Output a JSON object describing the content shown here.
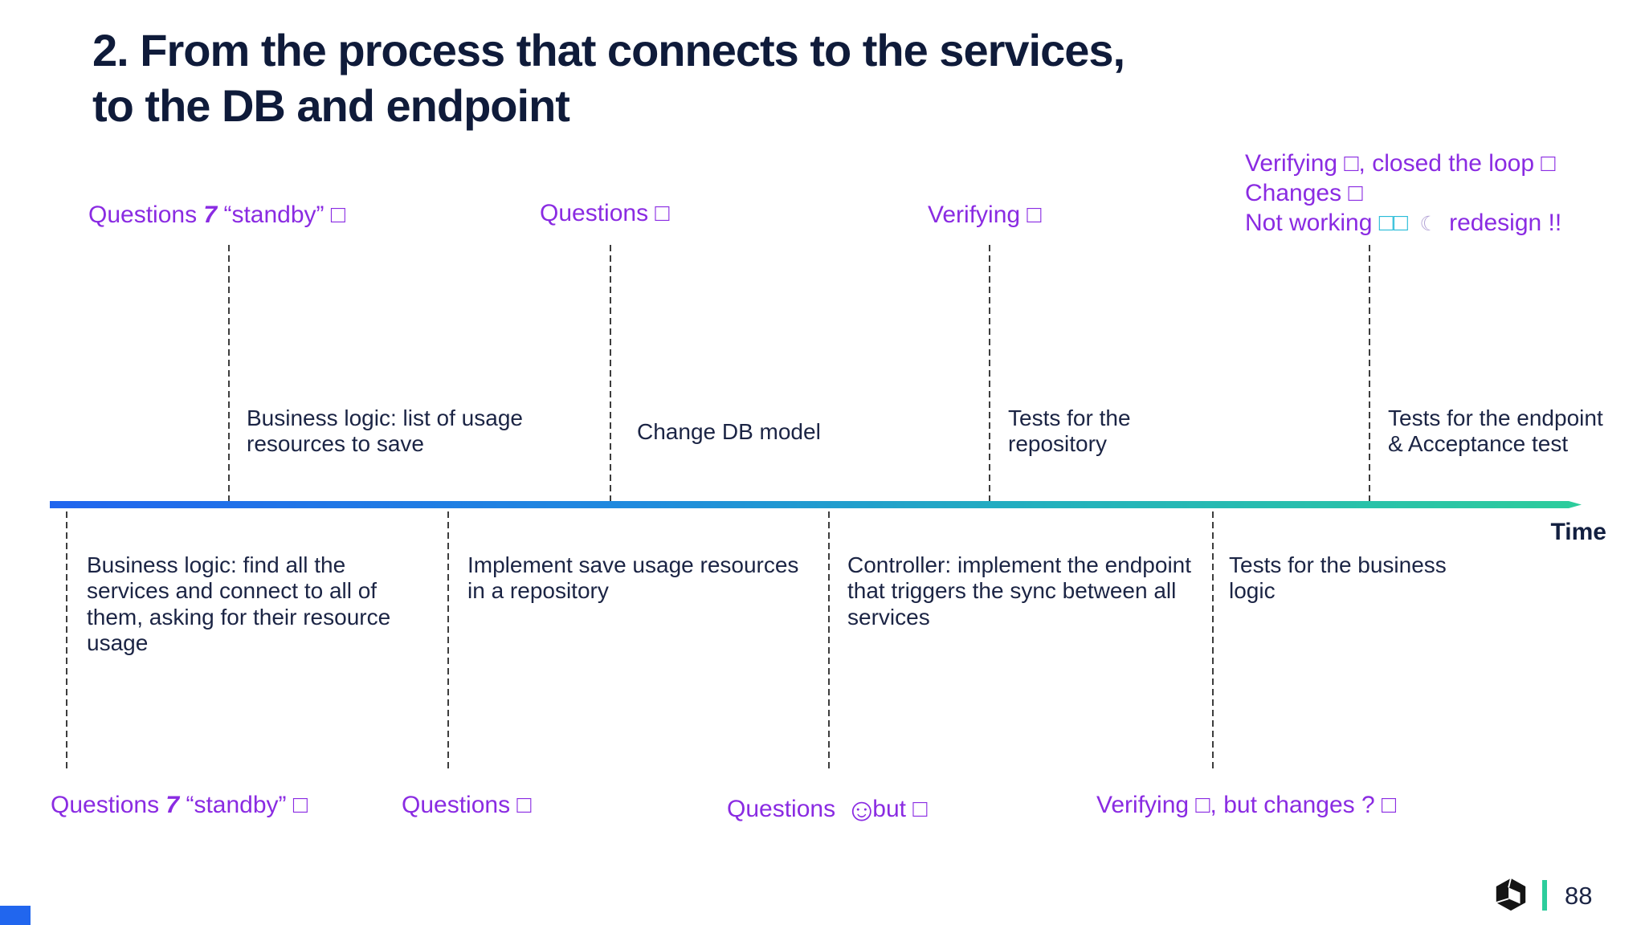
{
  "title": {
    "line1": "2. From the process that connects to the services,",
    "line2": "to the DB and endpoint"
  },
  "colors": {
    "accent_purple": "#8a2be2",
    "navy_text": "#1b2444",
    "timeline_blue": "#2065ee",
    "timeline_green": "#2dcd9c",
    "cyan_box": "#29bcd8"
  },
  "top_labels": {
    "label1": {
      "a": "Questions",
      "seven": "7",
      "b": "“standby”",
      "box": "□"
    },
    "label2": {
      "a": "Questions",
      "box": "□"
    },
    "label3": {
      "a": "Verifying",
      "box": "□"
    }
  },
  "top_right": {
    "line1_a": "Verifying",
    "line1_box1": "□",
    "line1_b": ", closed the loop",
    "line1_box2": "□",
    "line2_a": "Changes",
    "line2_box": "□",
    "line3_a": "Not working",
    "line3_boxes": "□□",
    "line3_moon": "☾",
    "line3_b": "redesign !!"
  },
  "milestones_above": [
    {
      "text": "Business logic: list of usage\nresources to save"
    },
    {
      "text": "Change DB model"
    },
    {
      "text": "Tests for the\nrepository"
    },
    {
      "text": "Tests for the endpoint\n& Acceptance test"
    }
  ],
  "milestones_below": [
    {
      "text": "Business logic: find all the\nservices and connect to all of\nthem, asking for their resource\nusage"
    },
    {
      "text": "Implement save usage resources\nin a repository"
    },
    {
      "text": "Controller: implement the endpoint\nthat triggers the sync between all\nservices"
    },
    {
      "text": "Tests for the business\nlogic"
    }
  ],
  "bottom_labels": {
    "label1": {
      "a": "Questions",
      "seven": "7",
      "b": "“standby”",
      "box": "□"
    },
    "label2": {
      "a": "Questions",
      "box": "□"
    },
    "label3": {
      "a": "Questions",
      "emoji": "☺",
      "b": "but",
      "box": "□"
    },
    "label4": {
      "a": "Verifying",
      "box1": "□",
      "b": ", but changes ?",
      "box2": "□"
    }
  },
  "timeline": {
    "axis_label": "Time"
  },
  "footer": {
    "page_number": "88"
  }
}
